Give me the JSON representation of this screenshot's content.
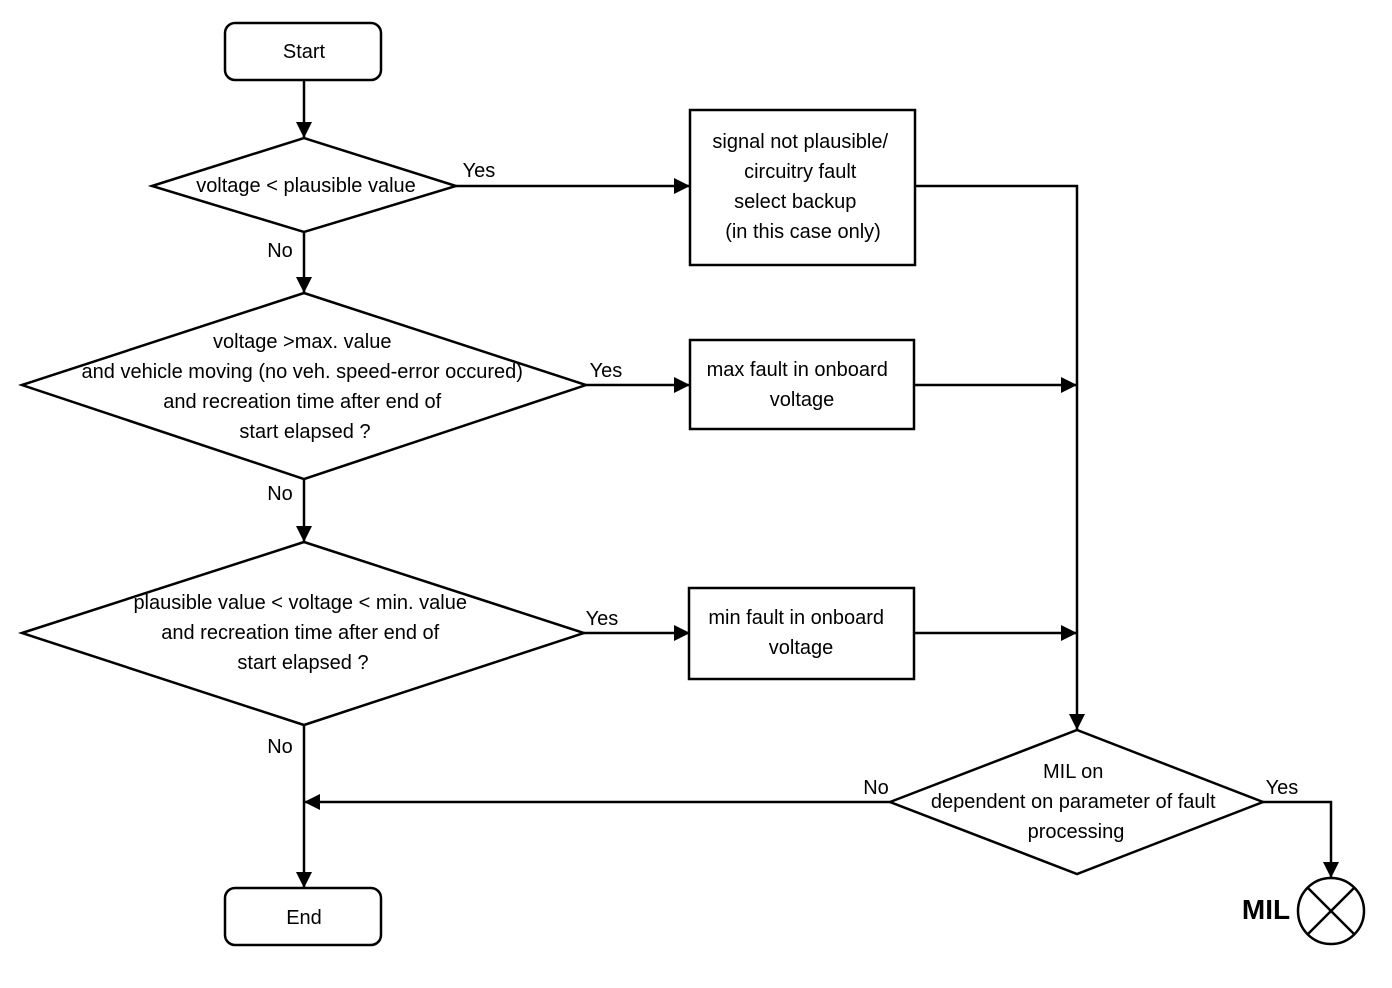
{
  "terminals": {
    "start": "Start",
    "end": "End"
  },
  "decisions": {
    "d1": [
      "voltage < plausible value"
    ],
    "d2": [
      "voltage >max. value",
      "and vehicle moving (no veh. speed-error occured)",
      "and recreation time  after end of",
      "start elapsed ?"
    ],
    "d3": [
      "plausible value < voltage < min. value",
      "and recreation time after end of",
      "start elapsed ?"
    ],
    "d4": [
      "MIL on",
      "dependent on parameter of fault",
      "processing"
    ]
  },
  "processes": {
    "p1": [
      "signal not plausible/",
      "circuitry fault",
      "select backup",
      "(in this case only)"
    ],
    "p2": [
      "max fault in onboard",
      "voltage"
    ],
    "p3": [
      "min fault in onboard",
      "voltage"
    ]
  },
  "branch_labels": {
    "yes": "Yes",
    "no": "No"
  },
  "lamp": {
    "label": "MIL",
    "icon": "lamp-cross-icon"
  }
}
